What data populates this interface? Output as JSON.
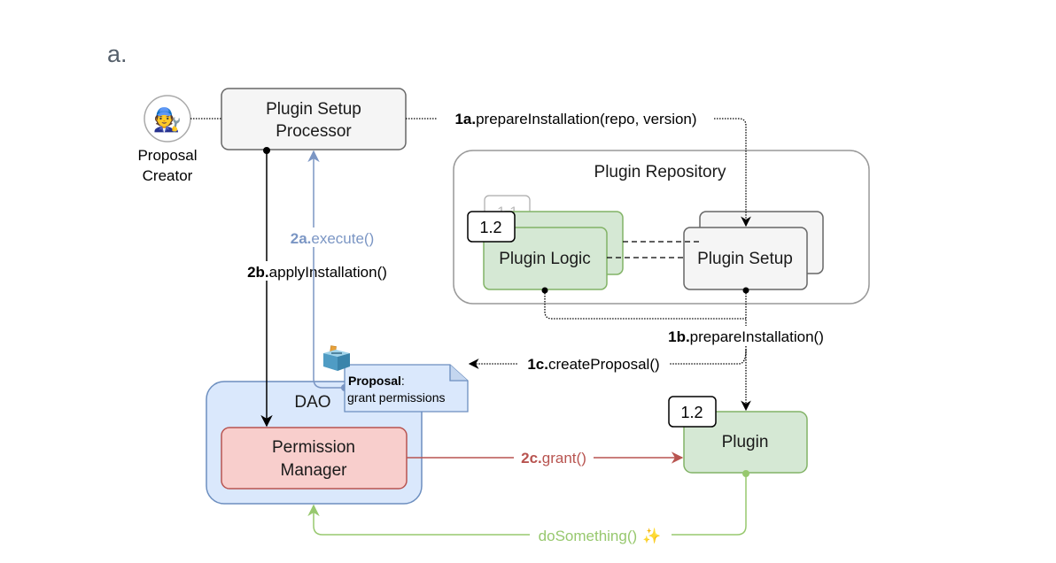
{
  "figure": {
    "panel_label": "a."
  },
  "actors": {
    "proposal_creator": {
      "emoji": "🧑‍🔧",
      "label_line1": "Proposal",
      "label_line2": "Creator"
    }
  },
  "nodes": {
    "plugin_setup_processor": {
      "line1": "Plugin Setup",
      "line2": "Processor"
    },
    "plugin_repository": {
      "title": "Plugin Repository"
    },
    "plugin_logic": {
      "label": "Plugin Logic",
      "version_current": "1.2",
      "version_previous": "1.1"
    },
    "plugin_setup": {
      "label": "Plugin Setup"
    },
    "dao": {
      "label": "DAO"
    },
    "permission_manager": {
      "line1": "Permission",
      "line2": "Manager"
    },
    "plugin": {
      "label": "Plugin",
      "version": "1.2"
    },
    "proposal_note": {
      "icon": "ballot-box",
      "title": "Proposal",
      "title_suffix": ":",
      "body": "grant permissions"
    }
  },
  "edges": {
    "e1a": {
      "step": "1a.",
      "call": "prepareInstallation(repo, version)"
    },
    "e1b": {
      "step": "1b.",
      "call": "prepareInstallation()"
    },
    "e1c": {
      "step": "1c.",
      "call": "createProposal()"
    },
    "e2a": {
      "step": "2a.",
      "call": "execute()"
    },
    "e2b": {
      "step": "2b.",
      "call": "applyInstallation()"
    },
    "e2c": {
      "step": "2c.",
      "call": "grant()"
    },
    "e_do": {
      "call": "doSomething()",
      "emoji": "✨"
    }
  },
  "colors": {
    "black_edge": "#000000",
    "blue_edge": "#7b96c4",
    "red_edge": "#b85450",
    "green_edge": "#97c86e",
    "gray_fill": "#f5f5f5",
    "gray_stroke": "#666666",
    "green_fill": "#d5e8d4",
    "green_stroke": "#82b366",
    "blue_fill": "#dae8fc",
    "blue_stroke": "#6c8ebf",
    "red_fill": "#f8cecc",
    "red_stroke": "#b85450",
    "panel_label": "#56606b"
  }
}
